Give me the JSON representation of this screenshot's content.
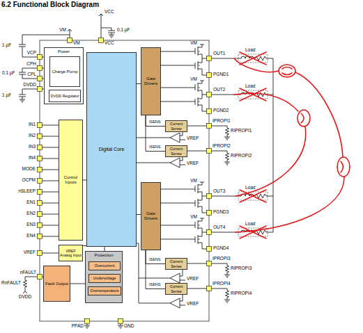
{
  "diagram": {
    "title": "6.2 Functional Block Diagram",
    "nodes": [
      {
        "text": [
          "Power"
        ]
      },
      {
        "text": [
          "Charge Pump"
        ],
        "in": 0
      },
      {
        "text": [
          "DVDD Regulator"
        ],
        "in": 0
      },
      {
        "text": [
          "Control Inputs"
        ]
      },
      {
        "text": [
          "Digital Core"
        ]
      },
      {
        "text": [
          "VREF Analog Input"
        ]
      },
      {
        "text": [
          "Protection"
        ]
      },
      {
        "text": [
          "Overcurrent"
        ],
        "in": 6
      },
      {
        "text": [
          "Undervoltage"
        ],
        "in": 6
      },
      {
        "text": [
          "Overtemperature"
        ],
        "in": 6
      },
      {
        "text": [
          "Fault Output"
        ]
      },
      {
        "text": [
          "Gate Drivers"
        ]
      },
      {
        "text": [
          "Current Sense"
        ]
      },
      {
        "text": [
          "Current Sense"
        ]
      },
      {
        "text": [
          "Gate Drivers"
        ]
      },
      {
        "text": [
          "Current Sense"
        ]
      },
      {
        "text": [
          "Current Sense"
        ]
      }
    ],
    "edges": [
      {
        "from": 3,
        "to": 4,
        "arrow": "none"
      },
      {
        "from": 5,
        "to": 4,
        "arrow": "none"
      },
      {
        "from": 4,
        "to": 11,
        "arrow": "none"
      },
      {
        "from": 4,
        "to": 14,
        "arrow": "none"
      },
      {
        "from": 6,
        "to": 4,
        "arrow": "none"
      },
      {
        "from": 6,
        "to": 10,
        "arrow": "none"
      },
      {
        "from": 11,
        "to": 12,
        "arrow": "none"
      },
      {
        "from": 11,
        "to": 13,
        "arrow": "none"
      },
      {
        "from": 14,
        "to": 15,
        "arrow": "none"
      },
      {
        "from": 14,
        "to": 16,
        "arrow": "none"
      }
    ],
    "labels": [
      "VM",
      "VCC",
      "VM",
      "VCC",
      "0.1 µF",
      "1 µF",
      "0.1 µF",
      "1 µF",
      "VCP",
      "CPH",
      "CPL",
      "DVDD",
      "IN1",
      "IN2",
      "IN3",
      "IN4",
      "MODE",
      "OCPM",
      "nSLEEP",
      "EN1",
      "EN2",
      "EN3",
      "EN4",
      "VREF",
      "nFAULT",
      "RnFAULT",
      "DVDD",
      "PPAD",
      "GND",
      "VM",
      "OUT1",
      "PGND1",
      "VM",
      "OUT2",
      "PGND2",
      "ISENS",
      "VREF",
      "IPROPI1",
      "RIPROPI1",
      "ISENS",
      "VREF",
      "IPROPI2",
      "RIPROPI2",
      "Load",
      "Load",
      "VM",
      "OUT3",
      "PGND3",
      "VM",
      "OUT4",
      "PGND4",
      "ISENS",
      "VREF",
      "IPROPI3",
      "RIPROPI3",
      "ISENS",
      "VREF",
      "IPROPI4",
      "RIPROPI4",
      "Load",
      "Load"
    ]
  }
}
